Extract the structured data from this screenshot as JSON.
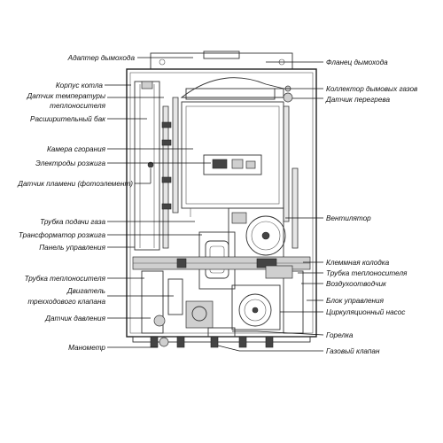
{
  "labels_left": [
    "Адаптер дымохода",
    "Корпус котла",
    "Датчик температуры",
    "теплоносителя",
    "Расширительный бак",
    "Камера сгорания",
    "Электроды розжига",
    "Датчик пламени (фотоэлемент)",
    "Трубка подачи газа",
    "Трансформатор розжига",
    "Панель управления",
    "Трубка теплоносителя",
    "Двигатель",
    "трехходового клапана",
    "Датчик давления",
    "Манометр"
  ],
  "labels_right": [
    "Фланец дымохода",
    "Коллектор дымовых газов",
    "Датчик перегрева",
    "Вентилятор",
    "Клеммная колодка",
    "Трубка теплоносителя",
    "Воздухоотводчик",
    "Блок управления",
    "Циркуляционный насос",
    "Горелка",
    "Газовый клапан"
  ]
}
